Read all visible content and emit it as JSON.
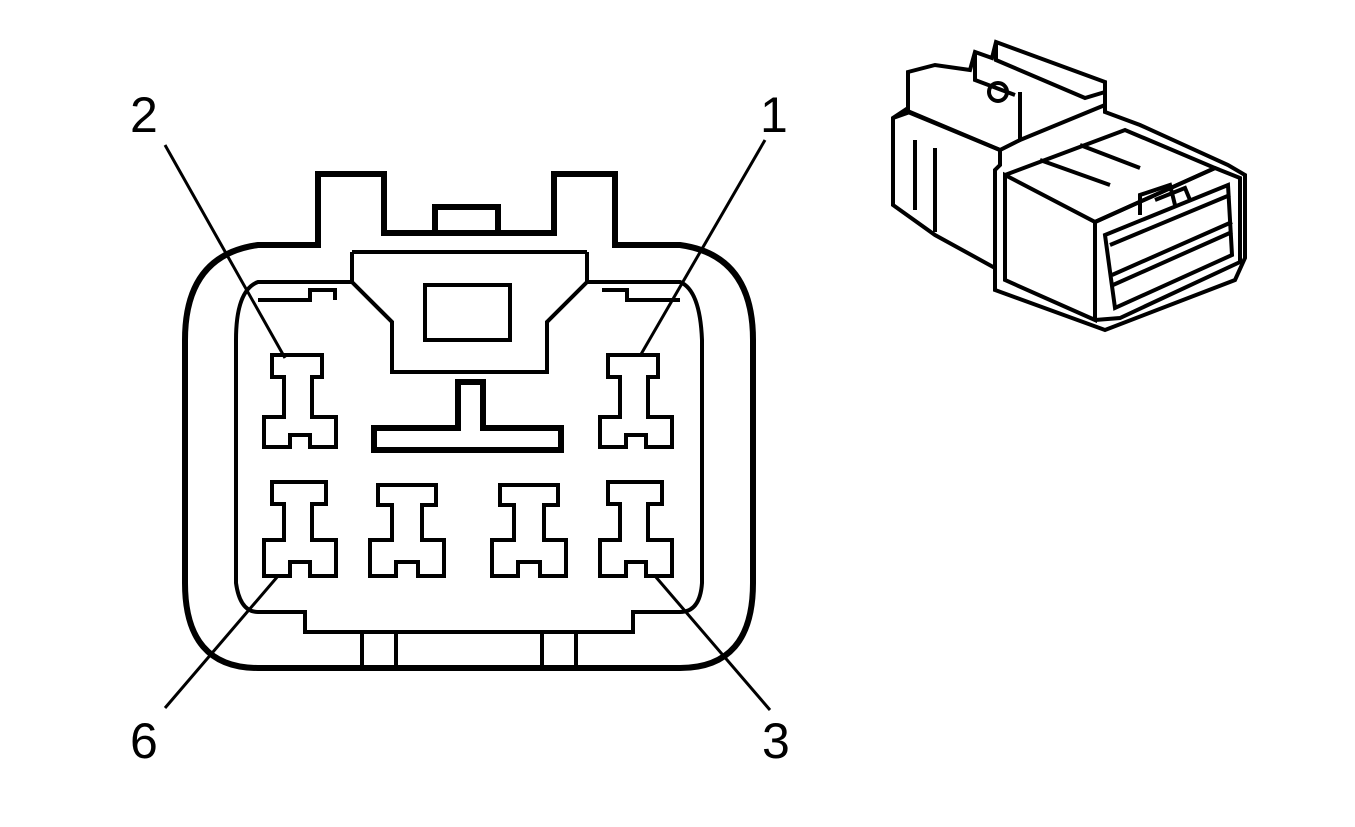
{
  "diagram": {
    "pin_labels": {
      "p1": "1",
      "p2": "2",
      "p3": "3",
      "p6": "6"
    },
    "colors": {
      "line": "#000000",
      "background": "#ffffff"
    }
  }
}
